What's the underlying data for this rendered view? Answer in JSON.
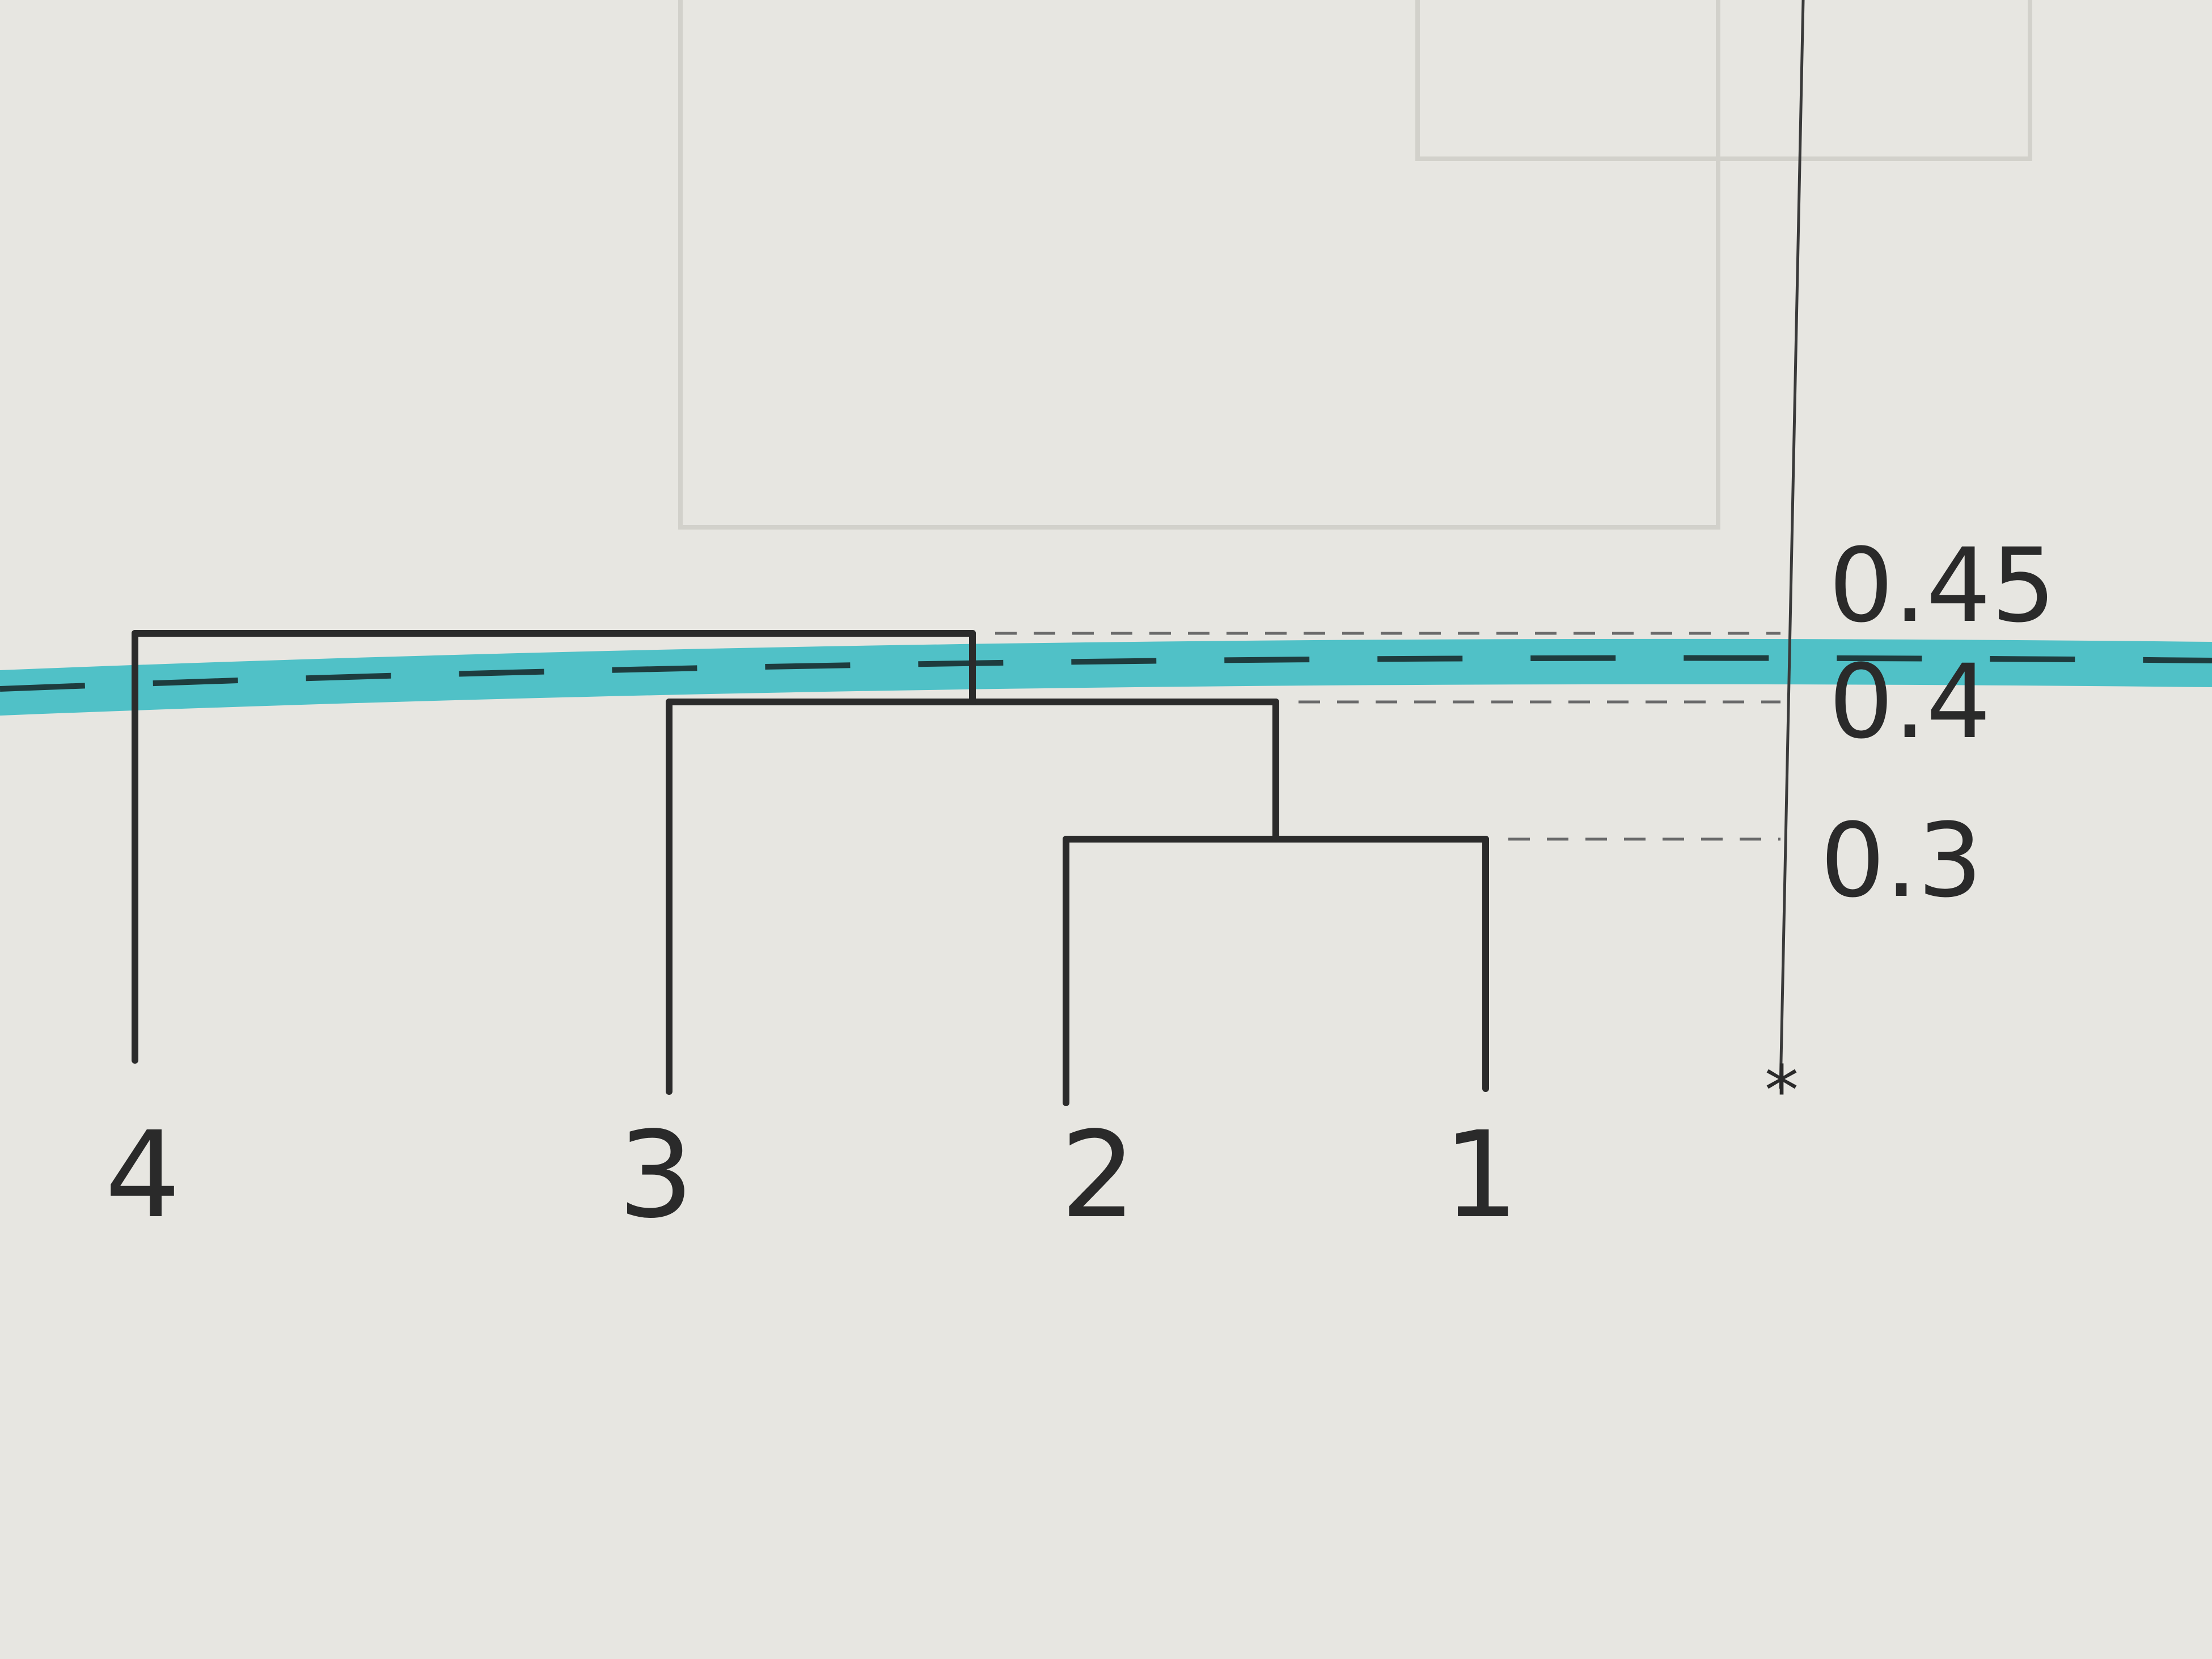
{
  "chart_data": {
    "type": "dendrogram",
    "leaves": [
      "4",
      "3",
      "2",
      "1"
    ],
    "height_ticks": [
      "0.45",
      "0.4",
      "0.3"
    ],
    "merges": [
      {
        "items": [
          "2",
          "1"
        ],
        "height": 0.3
      },
      {
        "items": [
          "3",
          "2,1"
        ],
        "height": 0.4
      },
      {
        "items": [
          "4",
          "3,2,1"
        ],
        "height": 0.45
      }
    ],
    "cut_line": {
      "height": 0.42,
      "color": "#3fbcc4"
    }
  }
}
